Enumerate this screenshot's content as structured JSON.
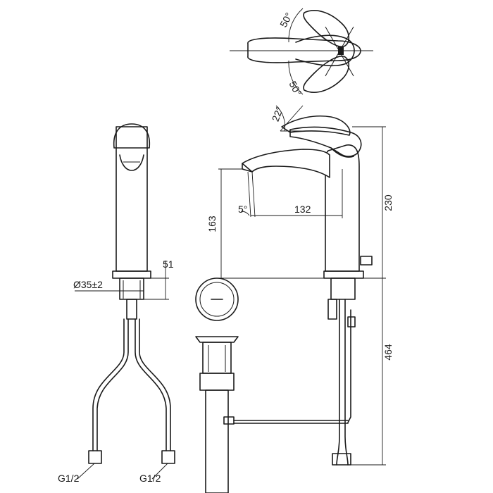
{
  "dimensions": {
    "side_height": "230",
    "spout_height": "163",
    "spout_reach": "132",
    "lower_length": "464",
    "mount_thickness": "51",
    "hole_diameter": "Ø35±2",
    "spout_angle": "5°",
    "lever_tilt": "22°",
    "lever_rotation_top": "50°",
    "lever_rotation_bottom": "50°"
  },
  "connections": {
    "left_hose": "G1/2",
    "right_hose": "G1/2"
  }
}
